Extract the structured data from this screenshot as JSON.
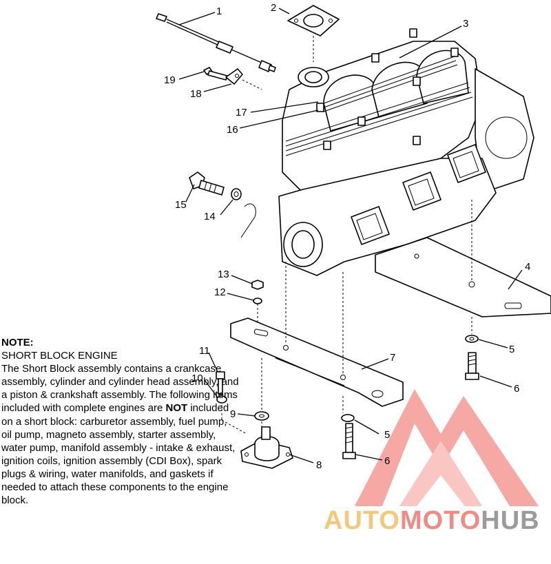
{
  "callouts": [
    {
      "id": "1",
      "label": "1"
    },
    {
      "id": "2",
      "label": "2"
    },
    {
      "id": "3",
      "label": "3"
    },
    {
      "id": "4",
      "label": "4"
    },
    {
      "id": "5a",
      "label": "5"
    },
    {
      "id": "5b",
      "label": "5"
    },
    {
      "id": "6a",
      "label": "6"
    },
    {
      "id": "6b",
      "label": "6"
    },
    {
      "id": "7",
      "label": "7"
    },
    {
      "id": "8",
      "label": "8"
    },
    {
      "id": "9",
      "label": "9"
    },
    {
      "id": "10",
      "label": "10"
    },
    {
      "id": "11",
      "label": "11"
    },
    {
      "id": "12",
      "label": "12"
    },
    {
      "id": "13",
      "label": "13"
    },
    {
      "id": "14",
      "label": "14"
    },
    {
      "id": "15",
      "label": "15"
    },
    {
      "id": "16",
      "label": "16"
    },
    {
      "id": "17",
      "label": "17"
    },
    {
      "id": "18",
      "label": "18"
    },
    {
      "id": "19",
      "label": "19"
    }
  ],
  "note": {
    "heading": "NOTE:",
    "subheading": "SHORT BLOCK ENGINE",
    "body_before_bold": "The Short Block assembly contains a crankcase assembly, cylinder and cylinder head assembly, and a piston & crankshaft assembly.  The following items included with complete engines are ",
    "body_bold": "NOT",
    "body_after_bold": " included on a short block:  carburetor assembly, fuel pump, oil pump, magneto assembly, starter assembly, water pump, manifold assembly - intake & exhaust, ignition coils, ignition assembly (CDI Box), spark plugs & wiring, water manifolds, and gaskets if needed to attach these components to the engine block."
  },
  "watermark": {
    "text_part1": "AUTO",
    "text_part2": "MOTO",
    "text_part3": "HUB",
    "colors": {
      "auto": "#f5c77a",
      "moto": "#f08a84",
      "hub": "#9b9b9b",
      "logo": "#f28b86"
    }
  }
}
